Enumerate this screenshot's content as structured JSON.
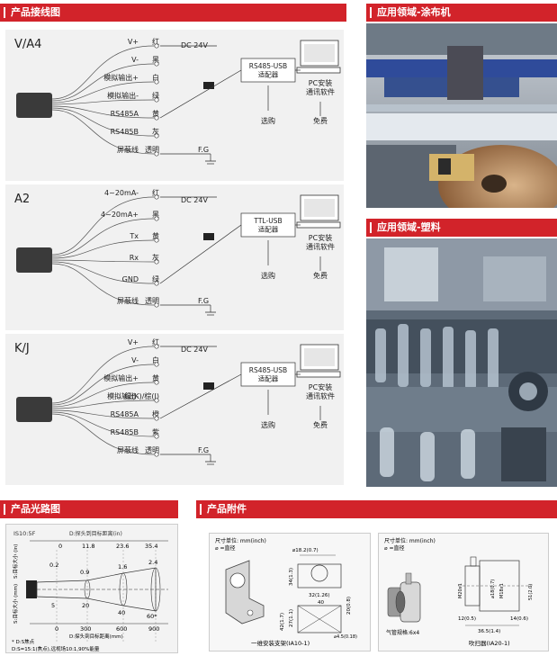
{
  "headers": {
    "wiring": "产品接线图",
    "coating": "应用领域-涂布机",
    "plastic": "应用领域-塑料",
    "optics": "产品光路图",
    "accessories": "产品附件"
  },
  "wiring": {
    "va4": {
      "title": "V/A4",
      "pins": [
        "V+",
        "V-",
        "模拟输出+",
        "模拟输出-",
        "RS485A",
        "RS485B",
        "屏蔽线"
      ],
      "colors": [
        "红",
        "黑",
        "白",
        "绿",
        "黄",
        "灰",
        "透明"
      ],
      "power": "DC 24V",
      "adapter": "RS485-USB\n适配器",
      "pc": "PC安装\n通讯软件",
      "optional": "选购",
      "free": "免费",
      "fg": "F.G"
    },
    "a2": {
      "title": "A2",
      "pins": [
        "4~20mA-",
        "4~20mA+",
        "Tx",
        "Rx",
        "GND",
        "屏蔽线"
      ],
      "colors": [
        "红",
        "黑",
        "黄",
        "灰",
        "绿",
        "透明"
      ],
      "power": "DC 24V",
      "adapter": "TTL-USB\n适配器",
      "pc": "PC安装\n通讯软件",
      "optional": "选购",
      "free": "免费",
      "fg": "F.G"
    },
    "kj": {
      "title": "K/J",
      "pins": [
        "V+",
        "V-",
        "模拟输出+",
        "模拟输出-",
        "RS485A",
        "RS485B",
        "屏蔽线"
      ],
      "colors": [
        "红",
        "白",
        "黄",
        "绿(K)/棕(J)",
        "橙",
        "紫",
        "透明"
      ],
      "power": "DC 24V",
      "adapter": "RS485-USB\n适配器",
      "pc": "PC安装\n通讯软件",
      "optional": "选购",
      "free": "免费",
      "fg": "F.G"
    }
  },
  "optics": {
    "model": "IS10:5F",
    "top_axis_label": "D:探头到目标距离(in)",
    "top_ticks": [
      "0",
      "11.8",
      "23.6",
      "35.4"
    ],
    "mid_values": [
      "0.2",
      "0.9",
      "1.6",
      "2.4"
    ],
    "mm_values": [
      "5",
      "20",
      "40",
      "60*"
    ],
    "bottom_ticks": [
      "0",
      "300",
      "600",
      "900"
    ],
    "bottom_axis_label": "D:探头到目标距离(mm)",
    "left_label_top": "S:目标大小\n(in)",
    "left_label_bottom": "S:目标大小\n(mm)",
    "note1": "* D:S焦点",
    "note2": "D:S=15:1(焦点),远视场10:1,90%能量"
  },
  "accessories": {
    "bracket": {
      "unit": "尺寸单位: mm(inch)",
      "dia": "⌀ =直径",
      "dims": [
        "⌀18.2(0.7)",
        "34(1.3)",
        "32(1.26)",
        "20(0.8)",
        "42(1.7)",
        "27(1.1)",
        "40",
        "⌀4.5(0.18)"
      ],
      "caption": "一维安装支架(IA10-1)"
    },
    "purge": {
      "unit": "尺寸单位: mm(inch)",
      "dia": "⌀ =直径",
      "dims": [
        "M20x1",
        "⌀18(0.7)",
        "M18x1",
        "51(2.0)",
        "12(0.5)",
        "14(0.6)",
        "36.5(1.4)"
      ],
      "air": "气管规格:6x4",
      "caption": "吹扫器(IA20-1)"
    }
  }
}
